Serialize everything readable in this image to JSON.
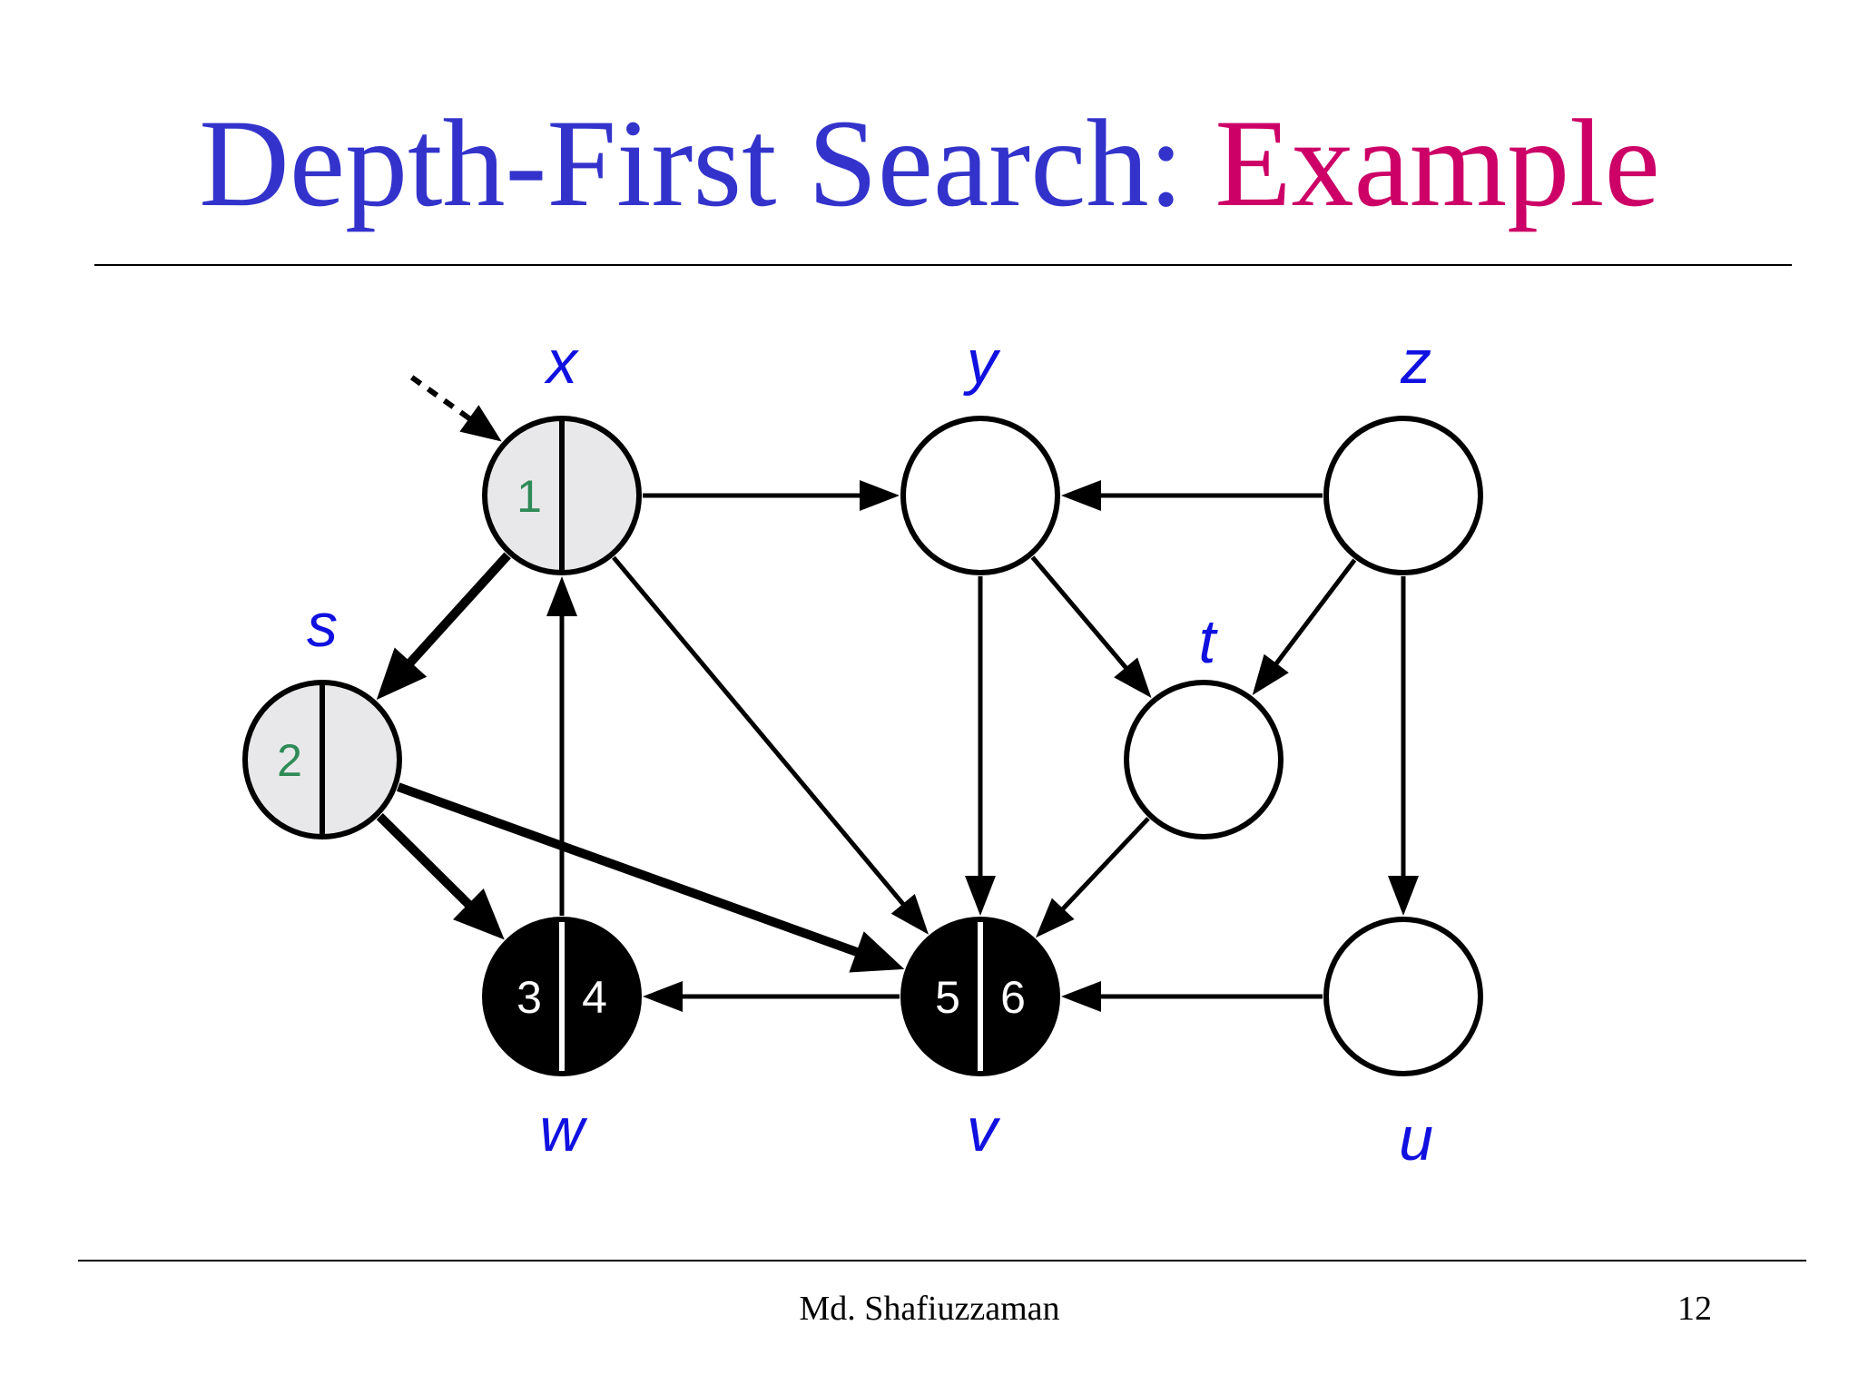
{
  "slide": {
    "title_main": "Depth-First Search: ",
    "title_accent": "Example",
    "author": "Md. Shafiuzzaman",
    "page_number": "12"
  },
  "colors": {
    "title_main": "#3333cc",
    "title_accent": "#cc0066",
    "label": "#1010e0",
    "discovered_fill": "#e8e8ea",
    "discovered_text": "#2e8b57",
    "finished_fill": "#000000",
    "finished_text": "#ffffff",
    "unvisited_fill": "#ffffff"
  },
  "graph": {
    "nodes": [
      {
        "id": "x",
        "label": "x",
        "state": "discovered",
        "d": "1",
        "f": ""
      },
      {
        "id": "y",
        "label": "y",
        "state": "unvisited",
        "d": "",
        "f": ""
      },
      {
        "id": "z",
        "label": "z",
        "state": "unvisited",
        "d": "",
        "f": ""
      },
      {
        "id": "s",
        "label": "s",
        "state": "discovered",
        "d": "2",
        "f": ""
      },
      {
        "id": "t",
        "label": "t",
        "state": "unvisited",
        "d": "",
        "f": ""
      },
      {
        "id": "w",
        "label": "w",
        "state": "finished",
        "d": "3",
        "f": "4"
      },
      {
        "id": "v",
        "label": "v",
        "state": "finished",
        "d": "5",
        "f": "6"
      },
      {
        "id": "u",
        "label": "u",
        "state": "unvisited",
        "d": "",
        "f": ""
      }
    ],
    "edges": [
      {
        "from": "x",
        "to": "y",
        "tree": false
      },
      {
        "from": "x",
        "to": "s",
        "tree": true
      },
      {
        "from": "x",
        "to": "v",
        "tree": false
      },
      {
        "from": "z",
        "to": "y",
        "tree": false
      },
      {
        "from": "y",
        "to": "v",
        "tree": false
      },
      {
        "from": "y",
        "to": "t",
        "tree": false
      },
      {
        "from": "z",
        "to": "t",
        "tree": false
      },
      {
        "from": "z",
        "to": "u",
        "tree": false
      },
      {
        "from": "s",
        "to": "w",
        "tree": true
      },
      {
        "from": "s",
        "to": "v",
        "tree": true
      },
      {
        "from": "w",
        "to": "x",
        "tree": false
      },
      {
        "from": "t",
        "to": "v",
        "tree": false
      },
      {
        "from": "v",
        "to": "w",
        "tree": false
      },
      {
        "from": "u",
        "to": "v",
        "tree": false
      }
    ],
    "start_marker": "x"
  }
}
